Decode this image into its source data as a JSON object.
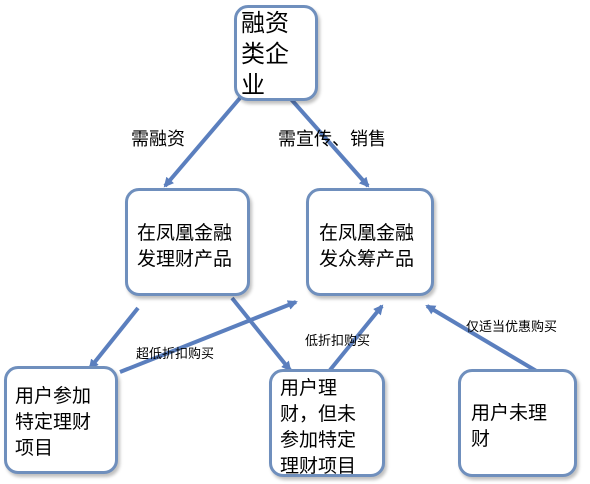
{
  "nodes": {
    "financing_company": "融资\n类企\n业",
    "finance_product": "在凤凰金融\n发理财产品",
    "crowdfunding_product": "在凤凰金融\n发众筹产品",
    "user_special": "用户参加\n特定理财\n项目",
    "user_finance_not_special": "用户理\n财，但未\n参加特定\n理财项目",
    "user_no_finance": "用户未理\n财"
  },
  "edges": {
    "need_financing": "需融资",
    "need_promotion_sales": "需宣传、销售",
    "super_discount": "超低折扣购买",
    "discount": "低折扣购买",
    "only_proper_discount": "仅适当优惠购买"
  },
  "colors": {
    "arrow": "#5b7fbe",
    "node_border": "#6f8fbd"
  }
}
